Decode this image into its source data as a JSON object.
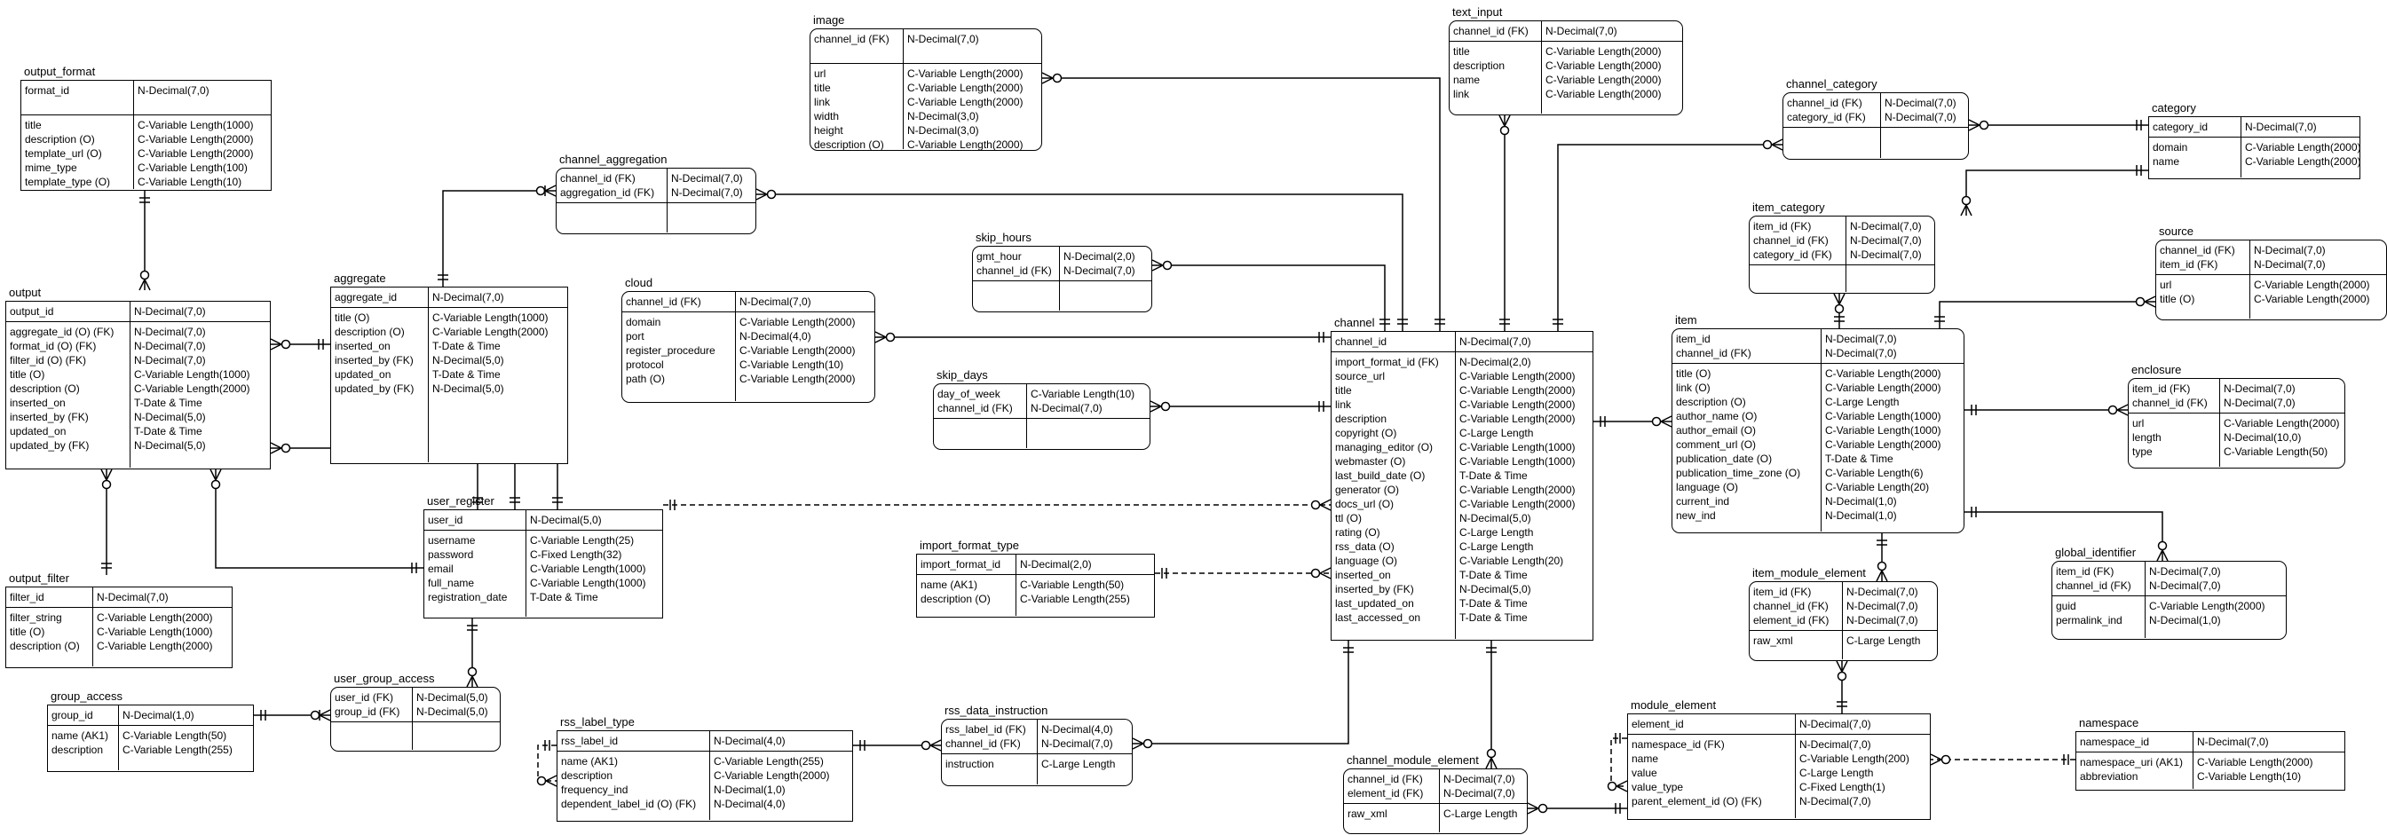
{
  "entities": [
    {
      "id": "output_format",
      "name": "output_format",
      "keys": [
        [
          "format_id",
          "N-Decimal(7,0)"
        ]
      ],
      "attrs": [
        [
          "title",
          "C-Variable Length(1000)"
        ],
        [
          "description (O)",
          "C-Variable Length(2000)"
        ],
        [
          "template_url (O)",
          "C-Variable Length(2000)"
        ],
        [
          "mime_type",
          "C-Variable Length(100)"
        ],
        [
          "template_type (O)",
          "C-Variable Length(10)"
        ]
      ]
    },
    {
      "id": "output",
      "name": "output",
      "keys": [
        [
          "output_id",
          "N-Decimal(7,0)"
        ]
      ],
      "attrs": [
        [
          "aggregate_id (O) (FK)",
          "N-Decimal(7,0)"
        ],
        [
          "format_id (O) (FK)",
          "N-Decimal(7,0)"
        ],
        [
          "filter_id (O) (FK)",
          "N-Decimal(7,0)"
        ],
        [
          "title (O)",
          "C-Variable Length(1000)"
        ],
        [
          "description (O)",
          "C-Variable Length(2000)"
        ],
        [
          "inserted_on",
          "T-Date & Time"
        ],
        [
          "inserted_by (FK)",
          "N-Decimal(5,0)"
        ],
        [
          "updated_on",
          "T-Date & Time"
        ],
        [
          "updated_by (FK)",
          "N-Decimal(5,0)"
        ]
      ]
    },
    {
      "id": "output_filter",
      "name": "output_filter",
      "keys": [
        [
          "filter_id",
          "N-Decimal(7,0)"
        ]
      ],
      "attrs": [
        [
          "filter_string",
          "C-Variable Length(2000)"
        ],
        [
          "title (O)",
          "C-Variable Length(1000)"
        ],
        [
          "description (O)",
          "C-Variable Length(2000)"
        ]
      ]
    },
    {
      "id": "group_access",
      "name": "group_access",
      "keys": [
        [
          "group_id",
          "N-Decimal(1,0)"
        ]
      ],
      "attrs": [
        [
          "name (AK1)",
          "C-Variable Length(50)"
        ],
        [
          "description",
          "C-Variable Length(255)"
        ]
      ]
    },
    {
      "id": "aggregate",
      "name": "aggregate",
      "keys": [
        [
          "aggregate_id",
          "N-Decimal(7,0)"
        ]
      ],
      "attrs": [
        [
          "title (O)",
          "C-Variable Length(1000)"
        ],
        [
          "description (O)",
          "C-Variable Length(2000)"
        ],
        [
          "inserted_on",
          "T-Date & Time"
        ],
        [
          "inserted_by (FK)",
          "N-Decimal(5,0)"
        ],
        [
          "updated_on",
          "T-Date & Time"
        ],
        [
          "updated_by (FK)",
          "N-Decimal(5,0)"
        ]
      ]
    },
    {
      "id": "channel_aggregation",
      "name": "channel_aggregation",
      "keys": [
        [
          "channel_id (FK)",
          "N-Decimal(7,0)"
        ],
        [
          "aggregation_id (FK)",
          "N-Decimal(7,0)"
        ]
      ],
      "attrs": []
    },
    {
      "id": "user_register",
      "name": "user_register",
      "keys": [
        [
          "user_id",
          "N-Decimal(5,0)"
        ]
      ],
      "attrs": [
        [
          "username",
          "C-Variable Length(25)"
        ],
        [
          "password",
          "C-Fixed Length(32)"
        ],
        [
          "email",
          "C-Variable Length(1000)"
        ],
        [
          "full_name",
          "C-Variable Length(1000)"
        ],
        [
          "registration_date",
          "T-Date & Time"
        ]
      ]
    },
    {
      "id": "user_group_access",
      "name": "user_group_access",
      "keys": [
        [
          "user_id (FK)",
          "N-Decimal(5,0)"
        ],
        [
          "group_id (FK)",
          "N-Decimal(5,0)"
        ]
      ],
      "attrs": []
    },
    {
      "id": "image",
      "name": "image",
      "keys": [
        [
          "channel_id (FK)",
          "N-Decimal(7,0)"
        ]
      ],
      "attrs": [
        [
          "url",
          "C-Variable Length(2000)"
        ],
        [
          "title",
          "C-Variable Length(2000)"
        ],
        [
          "link",
          "C-Variable Length(2000)"
        ],
        [
          "width",
          "N-Decimal(3,0)"
        ],
        [
          "height",
          "N-Decimal(3,0)"
        ],
        [
          "description (O)",
          "C-Variable Length(2000)"
        ]
      ]
    },
    {
      "id": "cloud",
      "name": "cloud",
      "keys": [
        [
          "channel_id (FK)",
          "N-Decimal(7,0)"
        ]
      ],
      "attrs": [
        [
          "domain",
          "C-Variable Length(2000)"
        ],
        [
          "port",
          "N-Decimal(4,0)"
        ],
        [
          "register_procedure",
          "C-Variable Length(2000)"
        ],
        [
          "protocol",
          "C-Variable Length(10)"
        ],
        [
          "path (O)",
          "C-Variable Length(2000)"
        ]
      ]
    },
    {
      "id": "skip_hours",
      "name": "skip_hours",
      "keys": [
        [
          "gmt_hour",
          "N-Decimal(2,0)"
        ],
        [
          "channel_id (FK)",
          "N-Decimal(7,0)"
        ]
      ],
      "attrs": []
    },
    {
      "id": "skip_days",
      "name": "skip_days",
      "keys": [
        [
          "day_of_week",
          "C-Variable Length(10)"
        ],
        [
          "channel_id (FK)",
          "N-Decimal(7,0)"
        ]
      ],
      "attrs": []
    },
    {
      "id": "import_format_type",
      "name": "import_format_type",
      "keys": [
        [
          "import_format_id",
          "N-Decimal(2,0)"
        ]
      ],
      "attrs": [
        [
          "name (AK1)",
          "C-Variable Length(50)"
        ],
        [
          "description (O)",
          "C-Variable Length(255)"
        ]
      ]
    },
    {
      "id": "rss_label_type",
      "name": "rss_label_type",
      "keys": [
        [
          "rss_label_id",
          "N-Decimal(4,0)"
        ]
      ],
      "attrs": [
        [
          "name (AK1)",
          "C-Variable Length(255)"
        ],
        [
          "description",
          "C-Variable Length(2000)"
        ],
        [
          "frequency_ind",
          "N-Decimal(1,0)"
        ],
        [
          "dependent_label_id (O) (FK)",
          "N-Decimal(4,0)"
        ]
      ]
    },
    {
      "id": "rss_data_instruction",
      "name": "rss_data_instruction",
      "keys": [
        [
          "rss_label_id (FK)",
          "N-Decimal(4,0)"
        ],
        [
          "channel_id (FK)",
          "N-Decimal(7,0)"
        ]
      ],
      "attrs": [
        [
          "instruction",
          "C-Large Length"
        ]
      ]
    },
    {
      "id": "text_input",
      "name": "text_input",
      "keys": [
        [
          "channel_id (FK)",
          "N-Decimal(7,0)"
        ]
      ],
      "attrs": [
        [
          "title",
          "C-Variable Length(2000)"
        ],
        [
          "description",
          "C-Variable Length(2000)"
        ],
        [
          "name",
          "C-Variable Length(2000)"
        ],
        [
          "link",
          "C-Variable Length(2000)"
        ]
      ]
    },
    {
      "id": "channel",
      "name": "channel",
      "keys": [
        [
          "channel_id",
          "N-Decimal(7,0)"
        ]
      ],
      "attrs": [
        [
          "import_format_id (FK)",
          "N-Decimal(2,0)"
        ],
        [
          "source_url",
          "C-Variable Length(2000)"
        ],
        [
          "title",
          "C-Variable Length(2000)"
        ],
        [
          "link",
          "C-Variable Length(2000)"
        ],
        [
          "description",
          "C-Variable Length(2000)"
        ],
        [
          "copyright (O)",
          "C-Large Length"
        ],
        [
          "managing_editor (O)",
          "C-Variable Length(1000)"
        ],
        [
          "webmaster (O)",
          "C-Variable Length(1000)"
        ],
        [
          "last_build_date (O)",
          "T-Date & Time"
        ],
        [
          "generator (O)",
          "C-Variable Length(2000)"
        ],
        [
          "docs_url (O)",
          "C-Variable Length(2000)"
        ],
        [
          "ttl (O)",
          "N-Decimal(5,0)"
        ],
        [
          "rating (O)",
          "C-Large Length"
        ],
        [
          "rss_data (O)",
          "C-Large Length"
        ],
        [
          "language (O)",
          "C-Variable Length(20)"
        ],
        [
          "inserted_on",
          "T-Date & Time"
        ],
        [
          "inserted_by (FK)",
          "N-Decimal(5,0)"
        ],
        [
          "last_updated_on",
          "T-Date & Time"
        ],
        [
          "last_accessed_on",
          "T-Date & Time"
        ]
      ]
    },
    {
      "id": "channel_module_element",
      "name": "channel_module_element",
      "keys": [
        [
          "channel_id (FK)",
          "N-Decimal(7,0)"
        ],
        [
          "element_id (FK)",
          "N-Decimal(7,0)"
        ]
      ],
      "attrs": [
        [
          "raw_xml",
          "C-Large Length"
        ]
      ]
    },
    {
      "id": "channel_category",
      "name": "channel_category",
      "keys": [
        [
          "channel_id (FK)",
          "N-Decimal(7,0)"
        ],
        [
          "category_id (FK)",
          "N-Decimal(7,0)"
        ]
      ],
      "attrs": []
    },
    {
      "id": "category",
      "name": "category",
      "keys": [
        [
          "category_id",
          "N-Decimal(7,0)"
        ]
      ],
      "attrs": [
        [
          "domain",
          "C-Variable Length(2000)"
        ],
        [
          "name",
          "C-Variable Length(2000)"
        ]
      ]
    },
    {
      "id": "item_category",
      "name": "item_category",
      "keys": [
        [
          "item_id (FK)",
          "N-Decimal(7,0)"
        ],
        [
          "channel_id (FK)",
          "N-Decimal(7,0)"
        ],
        [
          "category_id (FK)",
          "N-Decimal(7,0)"
        ]
      ],
      "attrs": []
    },
    {
      "id": "source",
      "name": "source",
      "keys": [
        [
          "channel_id (FK)",
          "N-Decimal(7,0)"
        ],
        [
          "item_id (FK)",
          "N-Decimal(7,0)"
        ]
      ],
      "attrs": [
        [
          "url",
          "C-Variable Length(2000)"
        ],
        [
          "title (O)",
          "C-Variable Length(2000)"
        ]
      ]
    },
    {
      "id": "item",
      "name": "item",
      "keys": [
        [
          "item_id",
          "N-Decimal(7,0)"
        ],
        [
          "channel_id (FK)",
          "N-Decimal(7,0)"
        ]
      ],
      "attrs": [
        [
          "title (O)",
          "C-Variable Length(2000)"
        ],
        [
          "link (O)",
          "C-Variable Length(2000)"
        ],
        [
          "description (O)",
          "C-Large Length"
        ],
        [
          "author_name (O)",
          "C-Variable Length(1000)"
        ],
        [
          "author_email (O)",
          "C-Variable Length(1000)"
        ],
        [
          "comment_url (O)",
          "C-Variable Length(2000)"
        ],
        [
          "publication_date (O)",
          "T-Date & Time"
        ],
        [
          "publication_time_zone (O)",
          "C-Variable Length(6)"
        ],
        [
          "language (O)",
          "C-Variable Length(20)"
        ],
        [
          "current_ind",
          "N-Decimal(1,0)"
        ],
        [
          "new_ind",
          "N-Decimal(1,0)"
        ]
      ]
    },
    {
      "id": "enclosure",
      "name": "enclosure",
      "keys": [
        [
          "item_id (FK)",
          "N-Decimal(7,0)"
        ],
        [
          "channel_id (FK)",
          "N-Decimal(7,0)"
        ]
      ],
      "attrs": [
        [
          "url",
          "C-Variable Length(2000)"
        ],
        [
          "length",
          "N-Decimal(10,0)"
        ],
        [
          "type",
          "C-Variable Length(50)"
        ]
      ]
    },
    {
      "id": "item_module_element",
      "name": "item_module_element",
      "keys": [
        [
          "item_id (FK)",
          "N-Decimal(7,0)"
        ],
        [
          "channel_id (FK)",
          "N-Decimal(7,0)"
        ],
        [
          "element_id (FK)",
          "N-Decimal(7,0)"
        ]
      ],
      "attrs": [
        [
          "raw_xml",
          "C-Large Length"
        ]
      ]
    },
    {
      "id": "global_identifier",
      "name": "global_identifier",
      "keys": [
        [
          "item_id (FK)",
          "N-Decimal(7,0)"
        ],
        [
          "channel_id (FK)",
          "N-Decimal(7,0)"
        ]
      ],
      "attrs": [
        [
          "guid",
          "C-Variable Length(2000)"
        ],
        [
          "permalink_ind",
          "N-Decimal(1,0)"
        ]
      ]
    },
    {
      "id": "module_element",
      "name": "module_element",
      "keys": [
        [
          "element_id",
          "N-Decimal(7,0)"
        ]
      ],
      "attrs": [
        [
          "namespace_id (FK)",
          "N-Decimal(7,0)"
        ],
        [
          "name",
          "C-Variable Length(200)"
        ],
        [
          "value",
          "C-Large Length"
        ],
        [
          "value_type",
          "C-Fixed Length(1)"
        ],
        [
          "parent_element_id (O) (FK)",
          "N-Decimal(7,0)"
        ]
      ]
    },
    {
      "id": "namespace",
      "name": "namespace",
      "keys": [
        [
          "namespace_id",
          "N-Decimal(7,0)"
        ]
      ],
      "attrs": [
        [
          "namespace_uri (AK1)",
          "C-Variable Length(2000)"
        ],
        [
          "abbreviation",
          "C-Variable Length(10)"
        ]
      ]
    }
  ],
  "relationships": [
    {
      "from": "output_format",
      "to": "output",
      "style": "dashed"
    },
    {
      "from": "output_filter",
      "to": "output",
      "style": "dashed"
    },
    {
      "from": "aggregate",
      "to": "output",
      "style": "dashed"
    },
    {
      "from": "user_register",
      "to": "output",
      "style": "dashed"
    },
    {
      "from": "user_register",
      "to": "output",
      "style": "dashed"
    },
    {
      "from": "aggregate",
      "to": "channel_aggregation",
      "style": "solid"
    },
    {
      "from": "user_register",
      "to": "aggregate",
      "style": "dashed"
    },
    {
      "from": "user_register",
      "to": "aggregate",
      "style": "dashed"
    },
    {
      "from": "user_register",
      "to": "user_group_access",
      "style": "solid"
    },
    {
      "from": "group_access",
      "to": "user_group_access",
      "style": "solid"
    },
    {
      "from": "channel",
      "to": "channel_aggregation",
      "style": "solid"
    },
    {
      "from": "channel",
      "to": "image",
      "style": "solid"
    },
    {
      "from": "channel",
      "to": "text_input",
      "style": "solid"
    },
    {
      "from": "channel",
      "to": "cloud",
      "style": "solid"
    },
    {
      "from": "channel",
      "to": "skip_hours",
      "style": "solid"
    },
    {
      "from": "channel",
      "to": "skip_days",
      "style": "solid"
    },
    {
      "from": "import_format_type",
      "to": "channel",
      "style": "dashed"
    },
    {
      "from": "user_register",
      "to": "channel",
      "style": "dashed"
    },
    {
      "from": "channel",
      "to": "channel_category",
      "style": "solid"
    },
    {
      "from": "category",
      "to": "channel_category",
      "style": "solid"
    },
    {
      "from": "category",
      "to": "item_category",
      "style": "solid"
    },
    {
      "from": "channel",
      "to": "item",
      "style": "solid"
    },
    {
      "from": "item",
      "to": "item_category",
      "style": "solid"
    },
    {
      "from": "item",
      "to": "source",
      "style": "solid"
    },
    {
      "from": "item",
      "to": "enclosure",
      "style": "solid"
    },
    {
      "from": "item",
      "to": "item_module_element",
      "style": "solid"
    },
    {
      "from": "item",
      "to": "global_identifier",
      "style": "solid"
    },
    {
      "from": "channel",
      "to": "rss_data_instruction",
      "style": "solid"
    },
    {
      "from": "rss_label_type",
      "to": "rss_data_instruction",
      "style": "solid"
    },
    {
      "from": "rss_label_type",
      "to": "rss_label_type",
      "style": "dashed"
    },
    {
      "from": "channel",
      "to": "channel_module_element",
      "style": "solid"
    },
    {
      "from": "module_element",
      "to": "channel_module_element",
      "style": "solid"
    },
    {
      "from": "module_element",
      "to": "item_module_element",
      "style": "solid"
    },
    {
      "from": "module_element",
      "to": "module_element",
      "style": "dashed"
    },
    {
      "from": "namespace",
      "to": "module_element",
      "style": "dashed"
    }
  ]
}
